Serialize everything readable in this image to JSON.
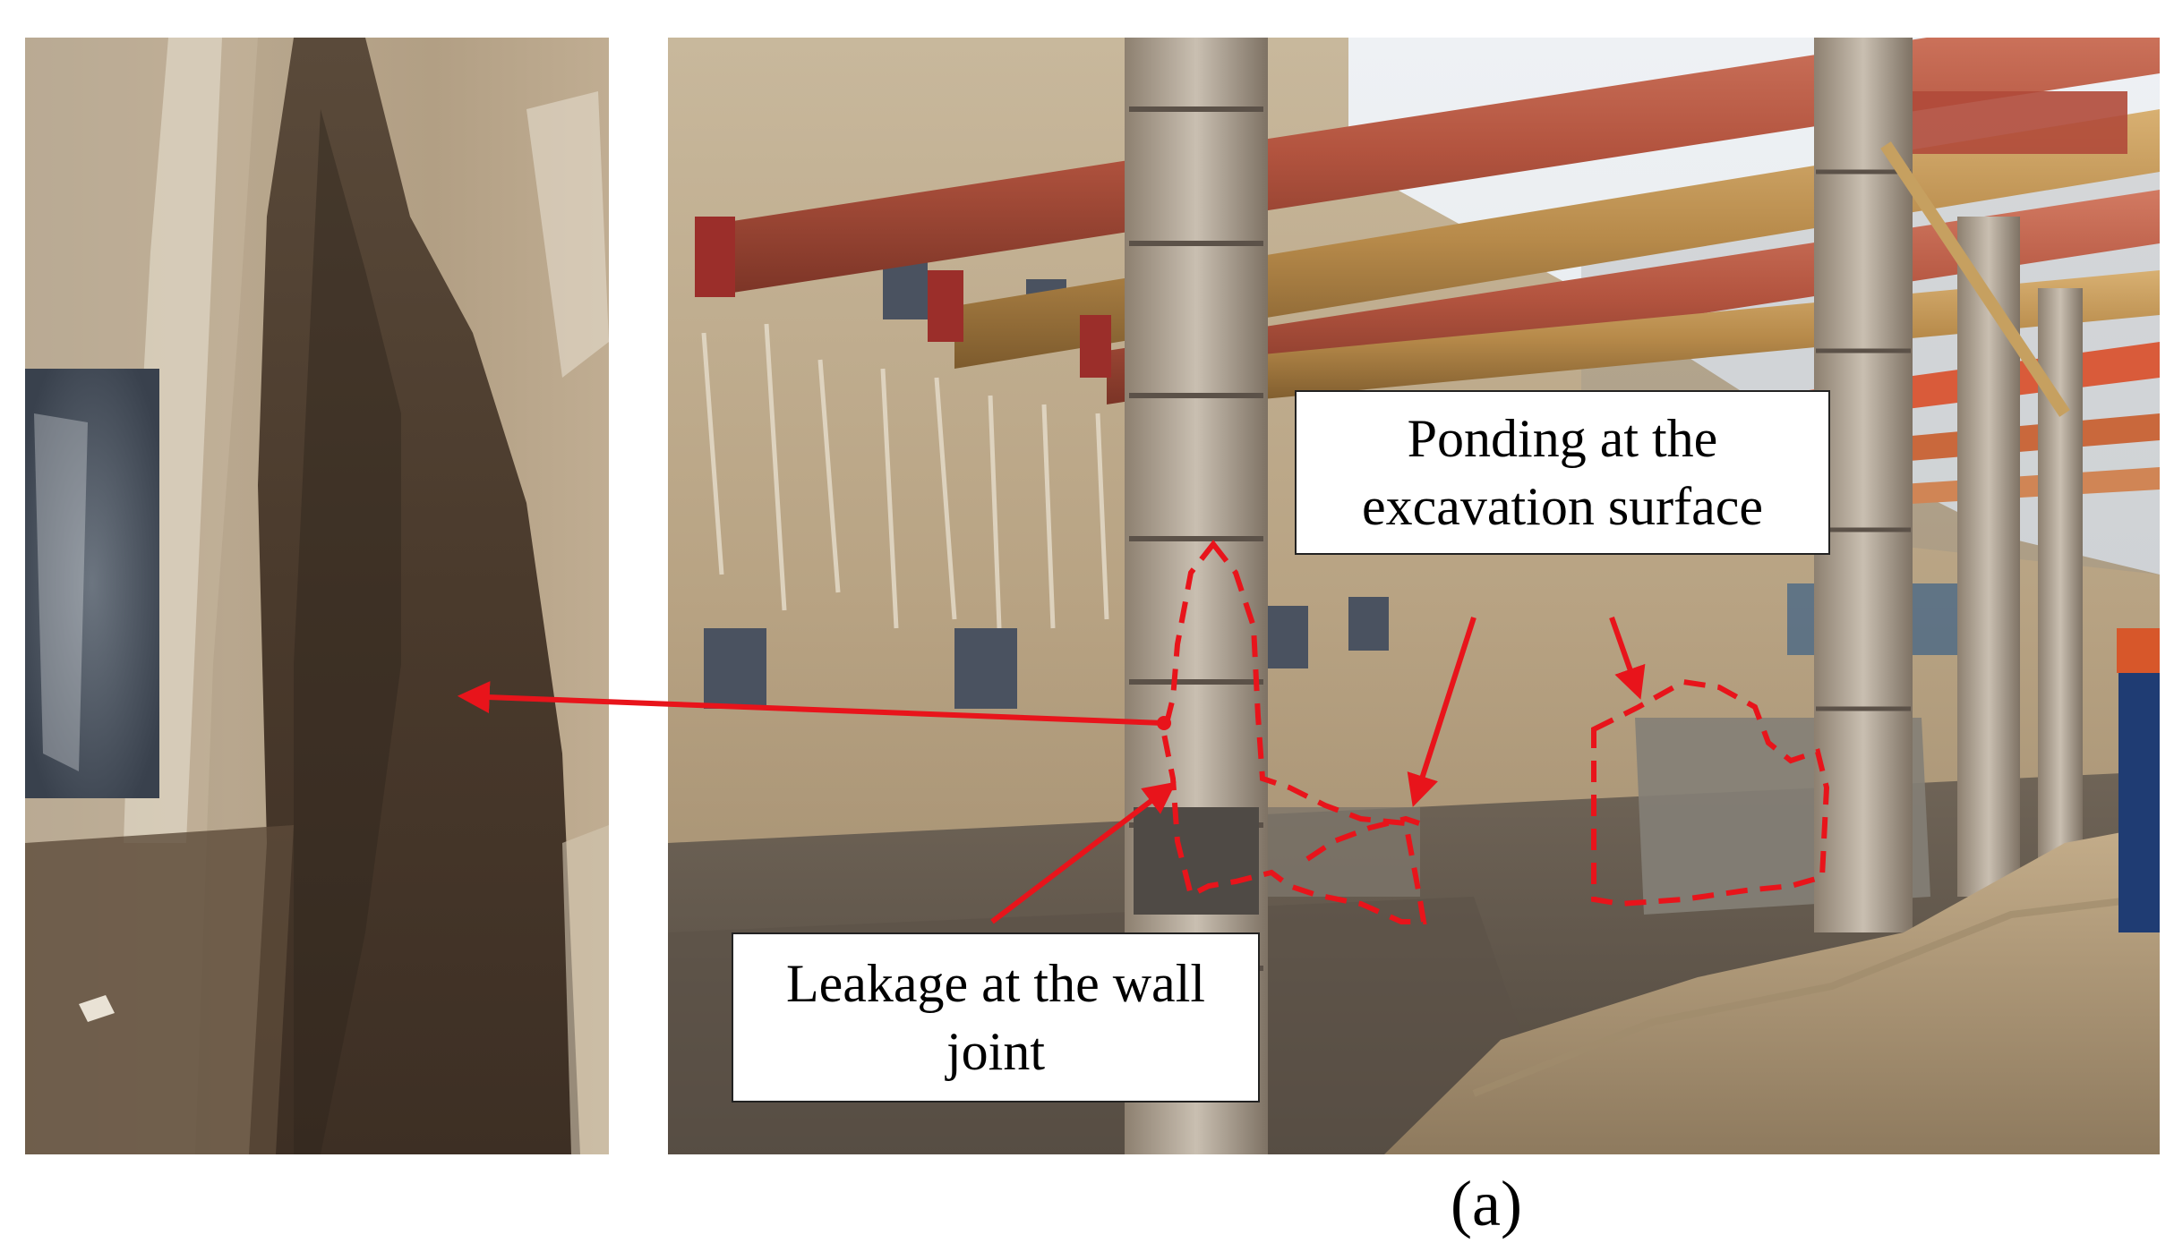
{
  "labels": {
    "ponding_line1": "Ponding at the",
    "ponding_line2": "excavation surface",
    "leakage_line1": "Leakage at the wall",
    "leakage_line2": "joint"
  },
  "caption": {
    "text": "(a)"
  },
  "colors": {
    "annotation": "#e8141b",
    "label_border": "#222222"
  }
}
